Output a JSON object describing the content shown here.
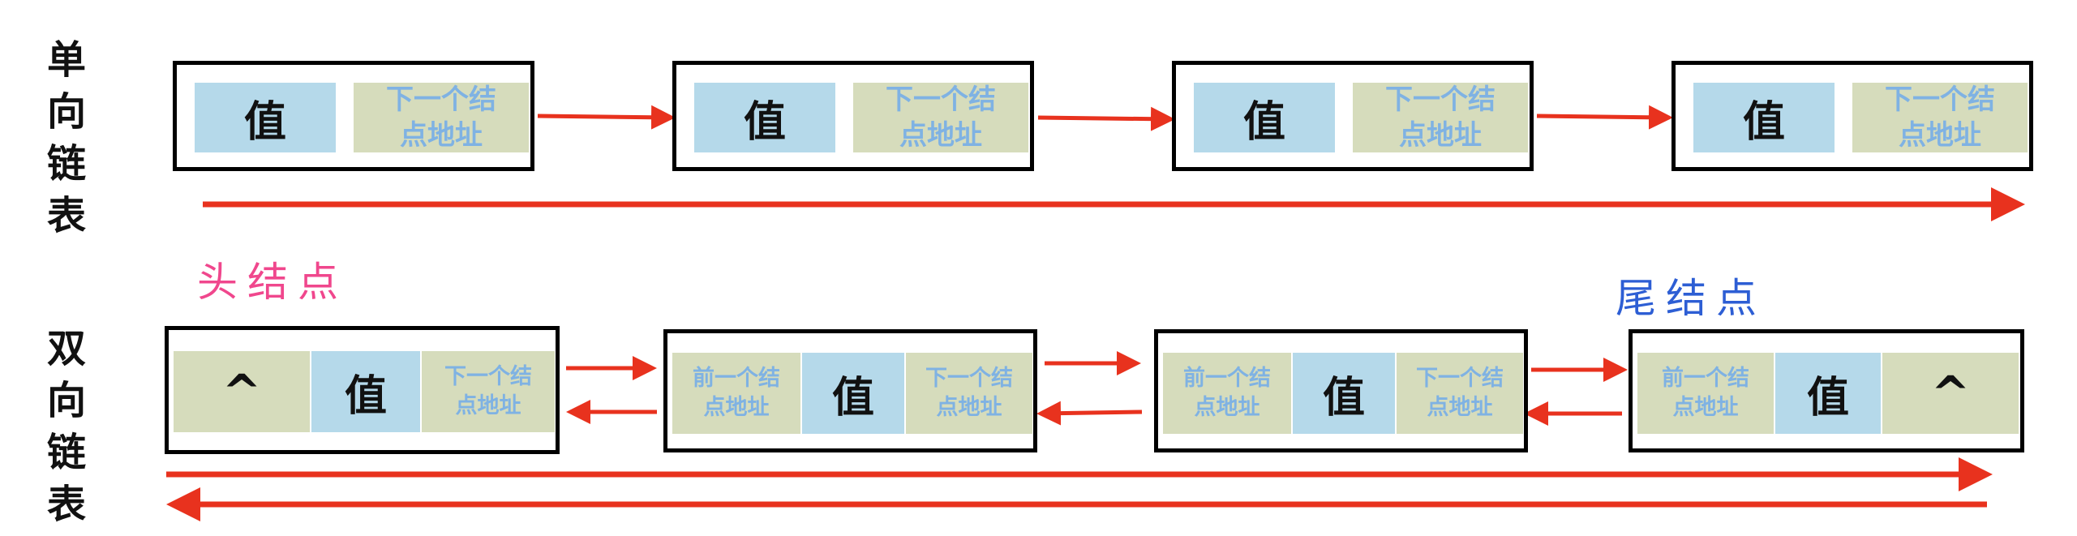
{
  "colors": {
    "value_cell": "#b5d9ea",
    "address_cell": "#d6dcbc",
    "address_text": "#7fb2e3",
    "arrow": "#e8321e",
    "head_label": "#f0478d",
    "tail_label": "#2d5ed4"
  },
  "singly": {
    "title": "单\n向\n链\n表",
    "nodes": [
      {
        "value": "值",
        "next": "下一个结\n点地址"
      },
      {
        "value": "值",
        "next": "下一个结\n点地址"
      },
      {
        "value": "值",
        "next": "下一个结\n点地址"
      },
      {
        "value": "值",
        "next": "下一个结\n点地址"
      }
    ]
  },
  "doubly": {
    "title": "双\n向\n链\n表",
    "head_label": "头结点",
    "tail_label": "尾结点",
    "nodes": [
      {
        "prev": "^",
        "value": "值",
        "next": "下一个结\n点地址"
      },
      {
        "prev": "前一个结\n点地址",
        "value": "值",
        "next": "下一个结\n点地址"
      },
      {
        "prev": "前一个结\n点地址",
        "value": "值",
        "next": "下一个结\n点地址"
      },
      {
        "prev": "前一个结\n点地址",
        "value": "值",
        "next": "^"
      }
    ]
  }
}
